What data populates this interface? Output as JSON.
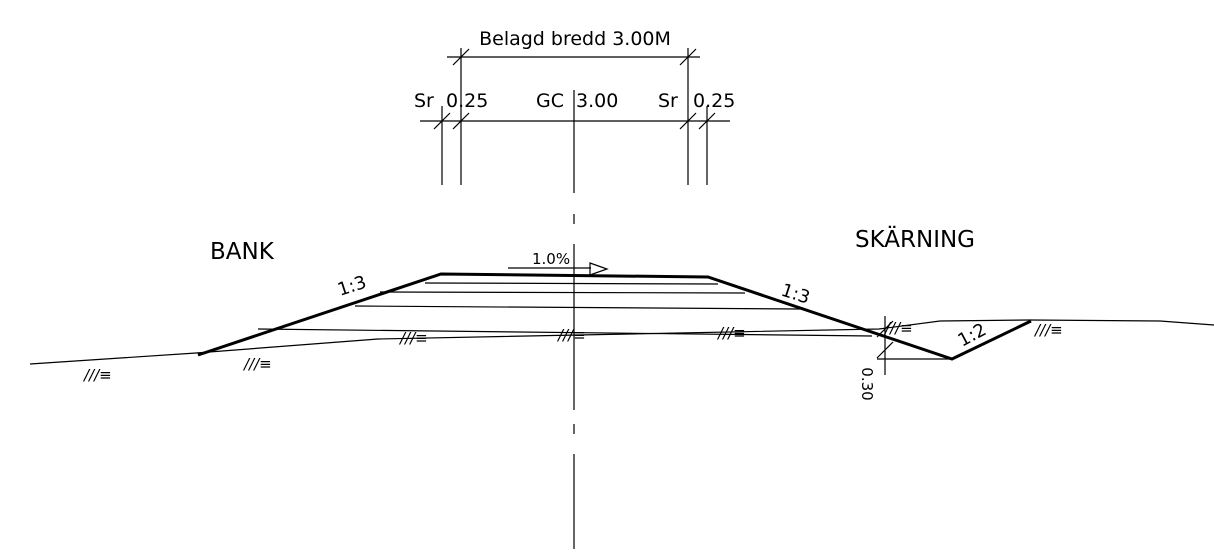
{
  "dimensions": {
    "paved_width_label": "Belagd bredd 3.00M",
    "sr_label_left": "Sr",
    "sr_value_left": "0.25",
    "gc_label": "GC",
    "gc_value": "3.00",
    "sr_label_right": "Sr",
    "sr_value_right": "0.25",
    "ditch_depth": "0.30"
  },
  "labels": {
    "bank": "BANK",
    "cutting": "SKÄRNING",
    "crossfall": "1.0%",
    "slope_left": "1:3",
    "slope_right": "1:3",
    "ditch_slope": "1:2"
  },
  "hatch_symbol": "///≡"
}
